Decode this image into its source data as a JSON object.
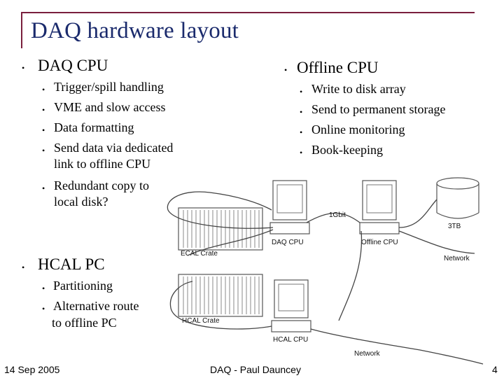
{
  "slide": {
    "title": "DAQ hardware layout",
    "left": {
      "heading": "DAQ CPU",
      "items": [
        "Trigger/spill handling",
        "VME and slow access",
        "Data formatting",
        "Send data via dedicated",
        "link to offline CPU",
        "Redundant copy to",
        "local disk?"
      ]
    },
    "right": {
      "heading": "Offline CPU",
      "items": [
        "Write to disk array",
        "Send to permanent storage",
        "Online monitoring",
        "Book-keeping"
      ]
    },
    "hcal": {
      "heading": "HCAL PC",
      "items": [
        "Partitioning",
        "Alternative route",
        "to offline PC"
      ]
    },
    "footer": {
      "date": "14 Sep 2005",
      "author": "DAQ - Paul Dauncey",
      "page": "4"
    }
  },
  "diagram": {
    "labels": {
      "ecal_crate": "ECAL Crate",
      "daq_cpu": "DAQ CPU",
      "offline_cpu": "Offline CPU",
      "gbit": "1Gbit",
      "storage": "3TB",
      "network1": "Network",
      "hcal_crate": "HCAL Crate",
      "hcal_cpu": "HCAL CPU",
      "network2": "Network"
    }
  }
}
